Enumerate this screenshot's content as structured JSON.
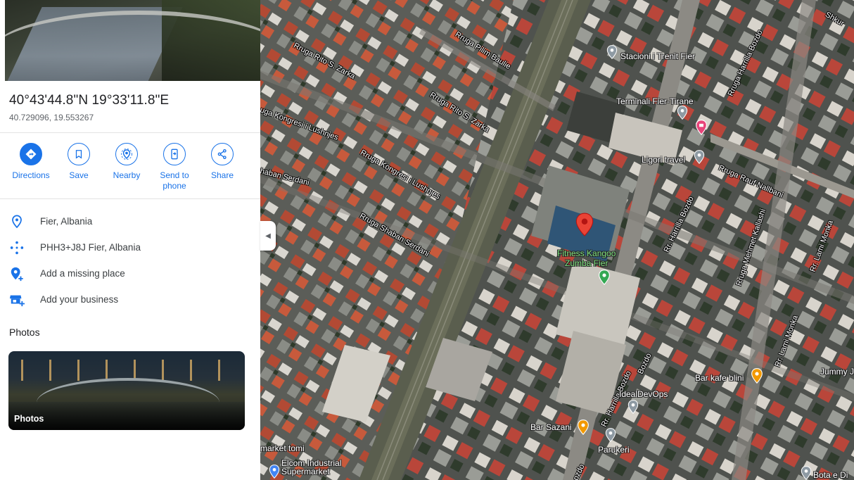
{
  "place": {
    "coordinates_dms": "40°43'44.8\"N 19°33'11.8\"E",
    "coordinates_decimal": "40.729096, 19.553267"
  },
  "actions": [
    {
      "label": "Directions",
      "icon": "directions-icon"
    },
    {
      "label": "Save",
      "icon": "bookmark-icon"
    },
    {
      "label": "Nearby",
      "icon": "nearby-icon"
    },
    {
      "label": "Send to\nphone",
      "icon": "send-to-phone-icon"
    },
    {
      "label": "Share",
      "icon": "share-icon"
    }
  ],
  "info": {
    "address": "Fier, Albania",
    "plus_code": "PHH3+J8J Fier, Albania",
    "add_missing_place": "Add a missing place",
    "add_business": "Add your business"
  },
  "photos": {
    "heading": "Photos",
    "card_caption": "Photos"
  },
  "map": {
    "streets": {
      "rito_zarka_1": "Rruga Rito S. Zarka",
      "pilim_baulie": "Rruga Pilim Baulie",
      "rito_zarka_2": "Rruga Rito S. Zarka",
      "kongresi_1": "uga Kongresi i Lushnjes",
      "kongresi_2": "Rruga Kongresi i Lushnjes",
      "shaban_1": "haban Serdani",
      "shaban_2": "Rruga Shaban Serdani",
      "harrilla_1": "Rruga Harrilla Bozdo",
      "harrilla_2": "Rr. Harrilla Bozdo",
      "harrilla_3": "Rr. Harrilla Bozdo",
      "harrilla_4": "Bozdo",
      "rauf_nallbani": "Rruga Rauf Nallbani",
      "mehmet_kallashi": "Rruga Mehmet Kallashi",
      "lami_monka_1": "Rr. Lami Monka",
      "lami_monka_2": "Rr. Lami Monka",
      "shkur": "Shkur",
      "bozdo_low": "ozdo"
    },
    "pois": {
      "stacioni": "Stacioni i Trenit Fier",
      "terminali": "Terminali Fier-Tirane",
      "ligori": "Ligori travel",
      "fitness": "Fitness Kangoo\nZumba Fier",
      "idealdevops": "IdealDevOps",
      "bar_kafe": "Bar kafe blini",
      "jummy": "Jummy Ju",
      "bar_sazani": "Bar Sazani",
      "parukeri": "Parukeri",
      "market_tomi": "market tomi",
      "elcom": "Elcom Industrial\nSupermarket",
      "bota": "Bota e Di"
    }
  }
}
